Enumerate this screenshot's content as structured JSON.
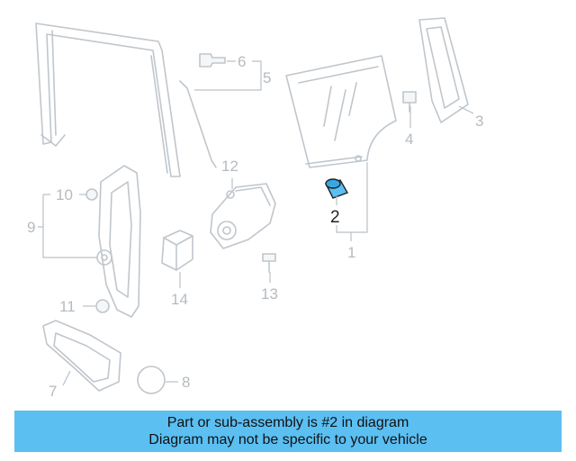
{
  "callouts": [
    {
      "id": "1",
      "label": "1"
    },
    {
      "id": "2",
      "label": "2"
    },
    {
      "id": "3",
      "label": "3"
    },
    {
      "id": "4",
      "label": "4"
    },
    {
      "id": "5",
      "label": "5"
    },
    {
      "id": "6",
      "label": "6"
    },
    {
      "id": "7",
      "label": "7"
    },
    {
      "id": "8",
      "label": "8"
    },
    {
      "id": "9",
      "label": "9"
    },
    {
      "id": "10",
      "label": "10"
    },
    {
      "id": "11",
      "label": "11"
    },
    {
      "id": "12",
      "label": "12"
    },
    {
      "id": "13",
      "label": "13"
    },
    {
      "id": "14",
      "label": "14"
    }
  ],
  "highlighted_part": "2",
  "colors": {
    "highlight_part": "#5bbff2",
    "banner_background": "#5bbff2",
    "line_art": "#bfc6cc"
  },
  "banner": {
    "line1": "Part or sub-assembly is #2 in diagram",
    "line2": "Diagram may not be specific to your vehicle"
  }
}
